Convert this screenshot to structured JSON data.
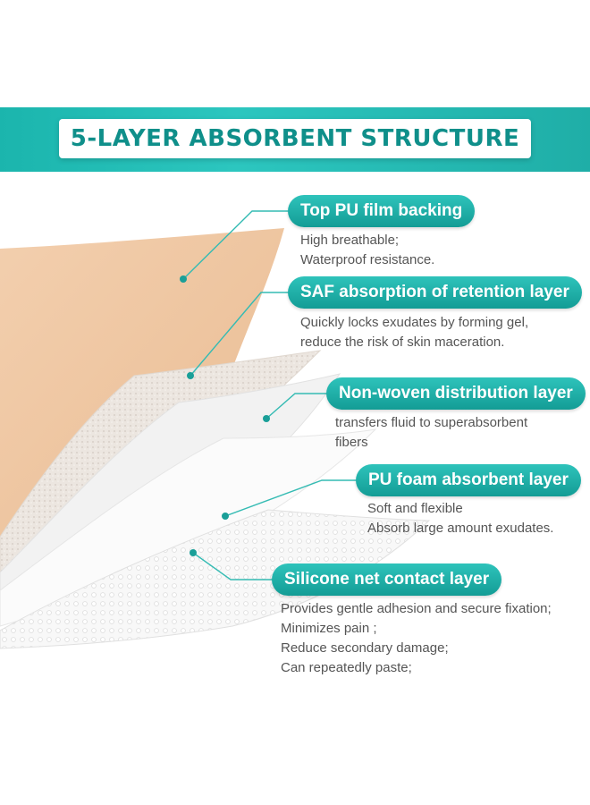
{
  "title": "5-LAYER ABSORBENT STRUCTURE",
  "layers": [
    {
      "label": "Top  PU film backing",
      "lines": [
        "High breathable;",
        "Waterproof resistance."
      ]
    },
    {
      "label": "SAF absorption of retention layer",
      "lines": [
        "Quickly locks exudates by forming gel,",
        "reduce the risk of skin maceration."
      ]
    },
    {
      "label": "Non-woven distribution layer",
      "lines": [
        "transfers fluid to superabsorbent",
        "fibers"
      ]
    },
    {
      "label": "PU foam absorbent layer",
      "lines": [
        "Soft and flexible",
        "Absorb large amount exudates."
      ]
    },
    {
      "label": "Silicone net contact layer",
      "lines": [
        "Provides gentle adhesion and secure fixation;",
        "Minimizes pain ;",
        "Reduce secondary damage;",
        "Can repeatedly paste;"
      ]
    }
  ],
  "colors": {
    "accent": "#1bb5ad",
    "title_text": "#0f8f8a",
    "skin": "#f0c9a3",
    "text": "#555555"
  }
}
